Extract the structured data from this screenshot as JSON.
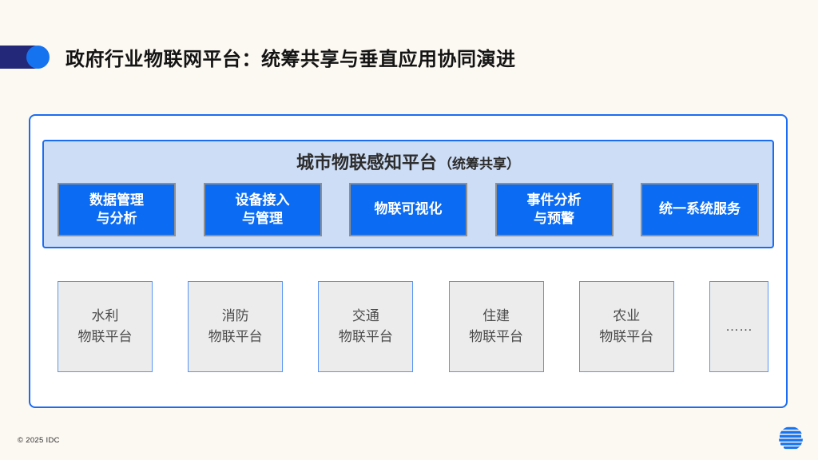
{
  "page": {
    "background_color": "#fcf8f2",
    "copyright": "© 2025 IDC"
  },
  "header": {
    "title": "政府行业物联网平台：统筹共享与垂直应用协同演进",
    "accent_navy": "#232879",
    "accent_blue": "#1673f0"
  },
  "platform": {
    "title": "城市物联感知平台",
    "title_suffix": "（统筹共享）",
    "panel_bg": "#cdddf6",
    "panel_border": "#1a6cf2",
    "service_bg": "#0b6cf3",
    "services": [
      {
        "label": "数据管理\n与分析"
      },
      {
        "label": "设备接入\n与管理"
      },
      {
        "label": "物联可视化"
      },
      {
        "label": "事件分析\n与预警"
      },
      {
        "label": "统一系统服务"
      }
    ]
  },
  "vertical_platforms": {
    "box_bg": "#ececec",
    "box_border": "#5896f5",
    "items": [
      {
        "label": "水利\n物联平台"
      },
      {
        "label": "消防\n物联平台"
      },
      {
        "label": "交通\n物联平台"
      },
      {
        "label": "住建\n物联平台"
      },
      {
        "label": "农业\n物联平台"
      },
      {
        "label": "……"
      }
    ]
  },
  "logo": {
    "icon": "idc-globe-logo",
    "color": "#1673f0"
  }
}
